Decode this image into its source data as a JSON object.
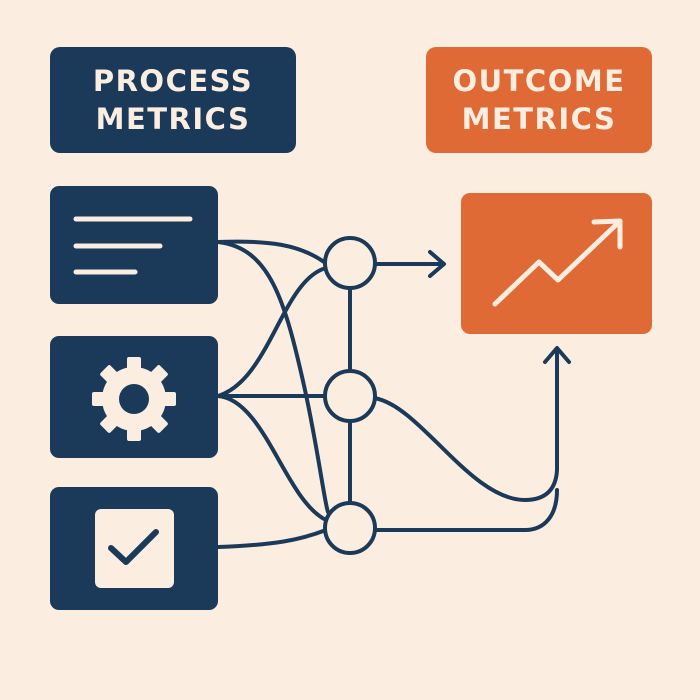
{
  "process_heading": {
    "line1": "PROCESS",
    "line2": "METRICS"
  },
  "outcome_heading": {
    "line1": "OUTCOME",
    "line2": "METRICS"
  },
  "process_inputs": [
    {
      "icon": "document-lines-icon"
    },
    {
      "icon": "gear-icon"
    },
    {
      "icon": "checkbox-icon"
    }
  ],
  "outcome_icon": "trend-up-arrow-icon",
  "colors": {
    "background": "#fbeee0",
    "navy": "#1b3a5a",
    "orange": "#e06a35",
    "light": "#fbeee0"
  }
}
